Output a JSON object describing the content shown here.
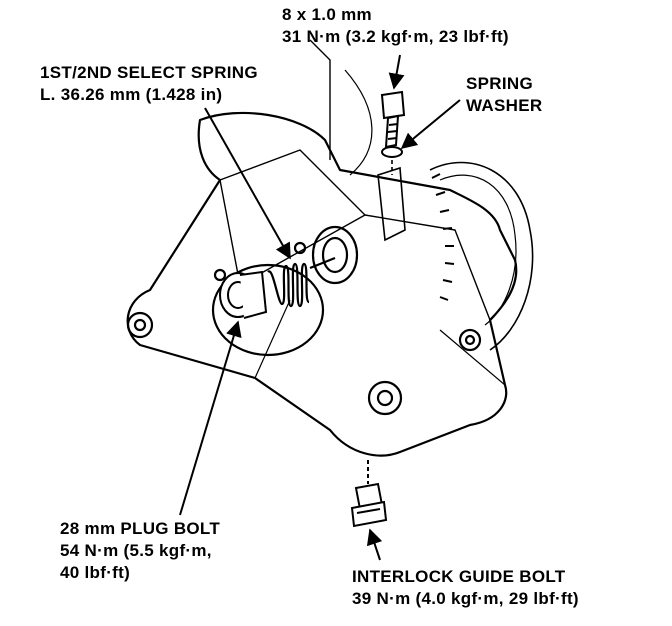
{
  "labels": {
    "bolt_spec": {
      "size": "8 x 1.0 mm",
      "torque": "31 N·m (3.2 kgf·m, 23 lbf·ft)"
    },
    "select_spring": {
      "name": "1ST/2ND SELECT SPRING",
      "length": "L. 36.26 mm (1.428 in)"
    },
    "spring_washer": {
      "line1": "SPRING",
      "line2": "WASHER"
    },
    "plug_bolt": {
      "name": "28 mm PLUG BOLT",
      "torque1": "54 N·m (5.5 kgf·m,",
      "torque2": "40 lbf·ft)"
    },
    "interlock_bolt": {
      "name": "INTERLOCK GUIDE BOLT",
      "torque": "39 N·m (4.0 kgf·m, 29 lbf·ft)"
    }
  }
}
